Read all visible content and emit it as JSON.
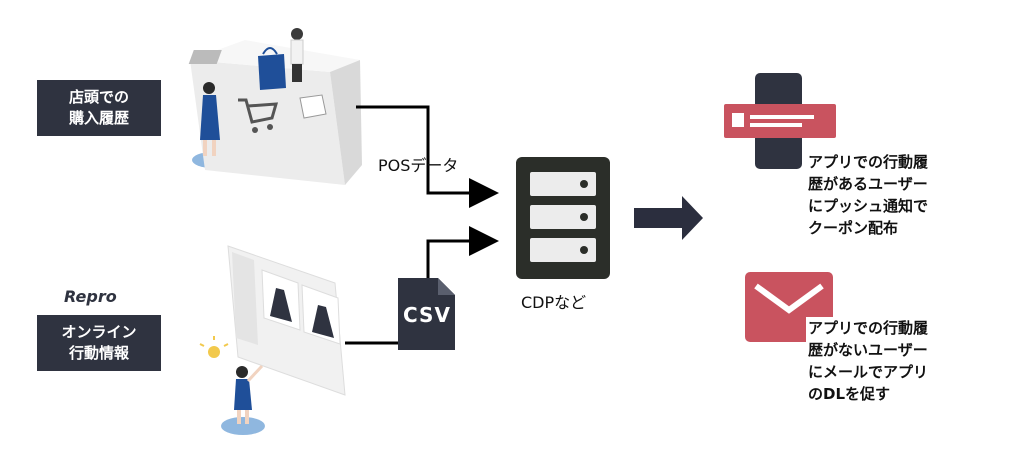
{
  "inputs": {
    "store": {
      "label_line1": "店頭での",
      "label_line2": "購入履歴"
    },
    "online": {
      "brand": "Repro",
      "label_line1": "オンライン",
      "label_line2": "行動情報"
    }
  },
  "flows": {
    "pos_label": "POSデータ",
    "csv_label": "CSV"
  },
  "hub": {
    "label": "CDPなど"
  },
  "outputs": {
    "push": {
      "lines": [
        "アプリでの行動履",
        "歴があるユーザー",
        "にプッシュ通知で",
        "クーポン配布"
      ]
    },
    "mail": {
      "lines": [
        "アプリでの行動履",
        "歴がないユーザー",
        "にメールでアプリ",
        "のDLを促す"
      ]
    }
  },
  "colors": {
    "navy": "#2f3340",
    "accent": "#c9535f",
    "server": "#2b2e29",
    "blue": "#1f4f99"
  }
}
